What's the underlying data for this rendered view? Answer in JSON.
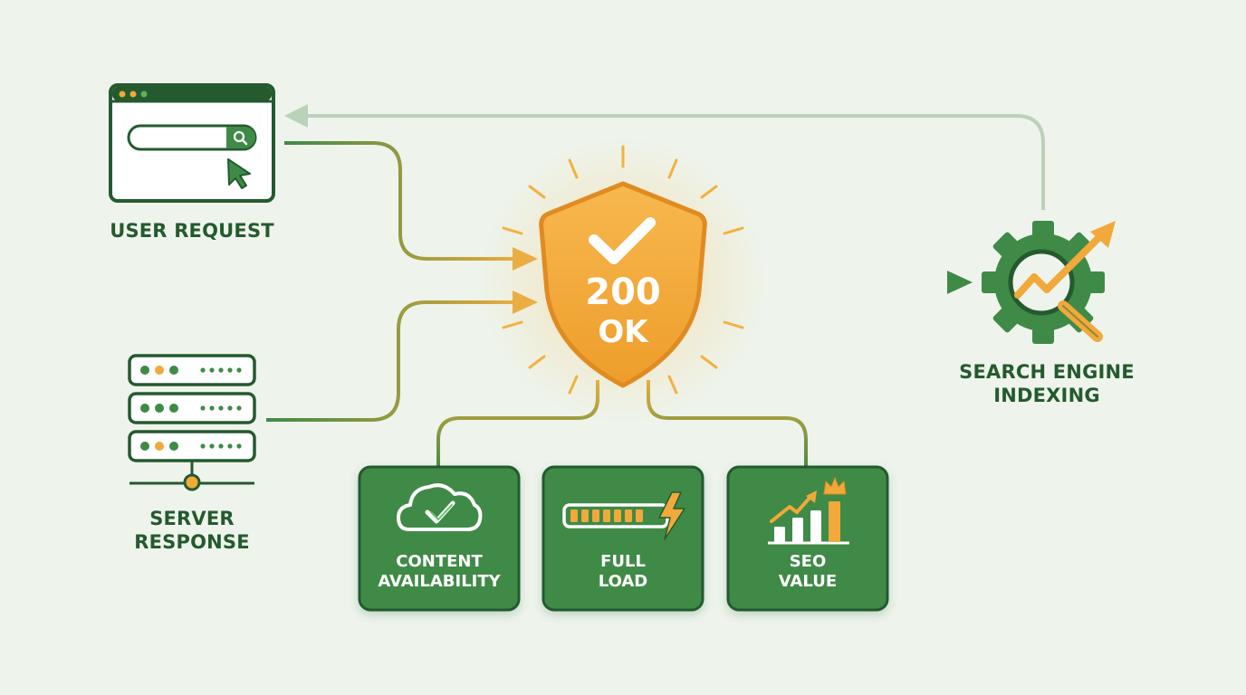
{
  "user_request": {
    "label": "USER REQUEST"
  },
  "server_response": {
    "label_line1": "SERVER",
    "label_line2": "RESPONSE"
  },
  "status": {
    "code": "200",
    "text": "OK"
  },
  "search_engine": {
    "label_line1": "SEARCH ENGINE",
    "label_line2": "INDEXING"
  },
  "cards": [
    {
      "line1": "CONTENT",
      "line2": "AVAILABILITY"
    },
    {
      "line1": "FULL",
      "line2": "LOAD"
    },
    {
      "line1": "SEO",
      "line2": "VALUE"
    }
  ],
  "colors": {
    "background": "#eef4ec",
    "dark_green": "#245a2e",
    "card_green": "#3f8a47",
    "accent_orange": "#f0a93a",
    "light_green_arrow": "#b9d2b9"
  },
  "icons": [
    "browser-window-icon",
    "search-icon",
    "cursor-icon",
    "server-rack-icon",
    "shield-check-icon",
    "gear-search-trend-icon",
    "cloud-check-icon",
    "progress-bolt-icon",
    "bar-chart-crown-icon"
  ]
}
